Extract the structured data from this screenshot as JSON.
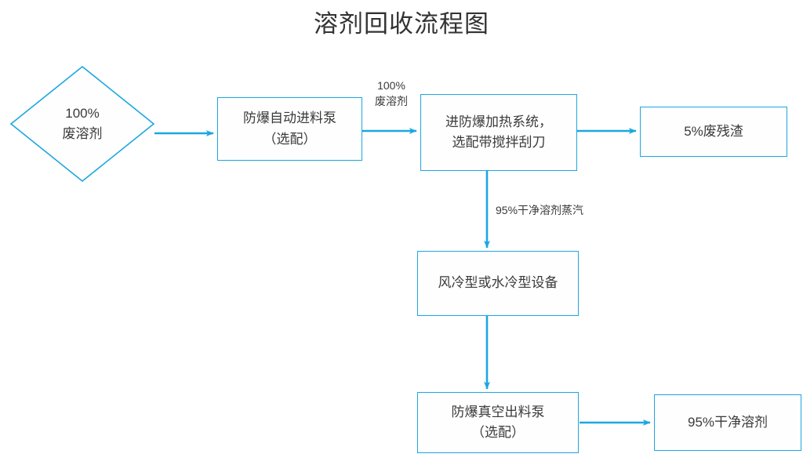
{
  "title": "溶剂回收流程图",
  "theme": {
    "stroke": "#1CA7E0",
    "arrow": "#1CA7E0",
    "node_fill": "#FEFEFE",
    "text": "#3A3A3A",
    "title_text": "#333333",
    "background": "#FFFFFF"
  },
  "nodes": {
    "waste_solvent": {
      "shape": "diamond",
      "line1": "100%",
      "line2": "废溶剂"
    },
    "feed_pump": {
      "shape": "rect",
      "line1": "防爆自动进料泵",
      "line2": "（选配）"
    },
    "heating_system": {
      "shape": "rect",
      "line1": "进防爆加热系统，",
      "line2": "选配带搅拌刮刀"
    },
    "waste_residue": {
      "shape": "rect",
      "line1": "5%废残渣",
      "line2": ""
    },
    "cooling_equipment": {
      "shape": "rect",
      "line1": "风冷型或水冷型设备",
      "line2": ""
    },
    "vacuum_pump": {
      "shape": "rect",
      "line1": "防爆真空出料泵",
      "line2": "（选配）"
    },
    "clean_solvent": {
      "shape": "rect",
      "line1": "95%干净溶剂",
      "line2": ""
    }
  },
  "edges": {
    "waste_to_pump": {
      "label_line1": "",
      "label_line2": ""
    },
    "pump_to_heating": {
      "label_line1": "100%",
      "label_line2": "废溶剂"
    },
    "heating_to_residue": {
      "label_line1": "",
      "label_line2": ""
    },
    "heating_to_cooling": {
      "label_line1": "95%干净溶剂蒸汽",
      "label_line2": ""
    },
    "cooling_to_vacuum": {
      "label_line1": "",
      "label_line2": ""
    },
    "vacuum_to_solvent": {
      "label_line1": "",
      "label_line2": ""
    }
  }
}
